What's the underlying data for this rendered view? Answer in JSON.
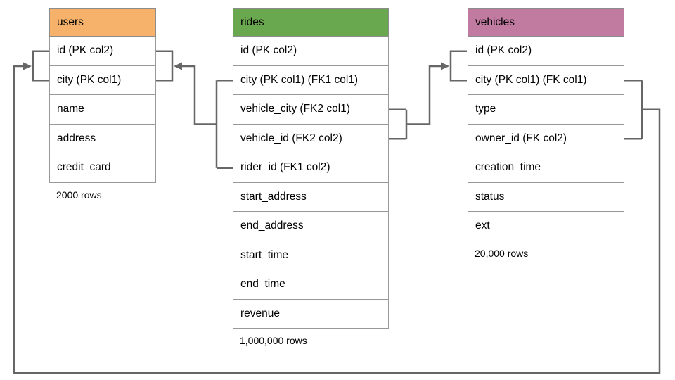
{
  "diagram": {
    "tables": [
      {
        "id": "users",
        "title": "users",
        "header_color": "#f6b26b",
        "columns": [
          "id (PK col2)",
          "city (PK col1)",
          "name",
          "address",
          "credit_card"
        ],
        "row_count": "2000 rows"
      },
      {
        "id": "rides",
        "title": "rides",
        "header_color": "#6aa84f",
        "columns": [
          "id (PK col2)",
          "city (PK col1) (FK1 col1)",
          "vehicle_city (FK2 col1)",
          "vehicle_id (FK2 col2)",
          "rider_id (FK1 col2)",
          "start_address",
          "end_address",
          "start_time",
          "end_time",
          "revenue"
        ],
        "row_count": "1,000,000 rows"
      },
      {
        "id": "vehicles",
        "title": "vehicles",
        "header_color": "#c27ba0",
        "columns": [
          "id (PK col2)",
          "city (PK col1) (FK col1)",
          "type",
          "owner_id (FK col2)",
          "creation_time",
          "status",
          "ext"
        ],
        "row_count": "20,000 rows"
      }
    ],
    "relationships": [
      {
        "name": "rides-to-users",
        "from_table": "rides",
        "from_columns": [
          "city (PK col1) (FK1 col1)",
          "rider_id (FK1 col2)"
        ],
        "to_table": "users",
        "to_columns": [
          "id (PK col2)",
          "city (PK col1)"
        ]
      },
      {
        "name": "rides-to-vehicles",
        "from_table": "rides",
        "from_columns": [
          "vehicle_city (FK2 col1)",
          "vehicle_id (FK2 col2)"
        ],
        "to_table": "vehicles",
        "to_columns": [
          "id (PK col2)",
          "city (PK col1) (FK col1)"
        ]
      },
      {
        "name": "vehicles-to-users",
        "from_table": "vehicles",
        "from_columns": [
          "city (PK col1) (FK col1)",
          "owner_id (FK col2)"
        ],
        "to_table": "users",
        "to_columns": [
          "id (PK col2)",
          "city (PK col1)"
        ]
      }
    ],
    "colors": {
      "line": "#666666",
      "cell_border": "#999999",
      "users_header": "#f6b26b",
      "rides_header": "#6aa84f",
      "vehicles_header": "#c27ba0",
      "background": "#ffffff"
    }
  }
}
